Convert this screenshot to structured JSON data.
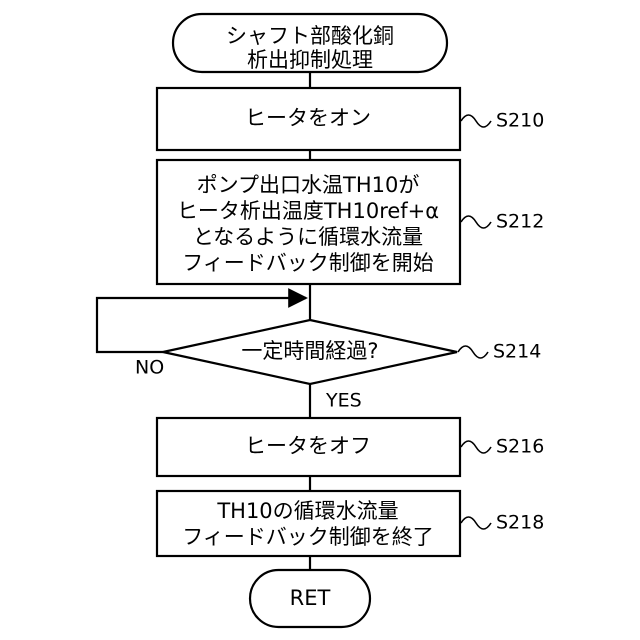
{
  "flowchart": {
    "start": {
      "lines": [
        "シャフト部酸化銅",
        "析出抑制処理"
      ]
    },
    "steps": [
      {
        "lines": [
          "ヒータをオン"
        ],
        "step_id": "S210"
      },
      {
        "lines": [
          "ポンプ出口水温TH10が",
          "ヒータ析出温度TH10ref+α",
          "となるように循環水流量",
          "フィードバック制御を開始"
        ],
        "step_id": "S212"
      },
      {
        "lines": [
          "ヒータをオフ"
        ],
        "step_id": "S216"
      },
      {
        "lines": [
          "TH10の循環水流量",
          "フィードバック制御を終了"
        ],
        "step_id": "S218"
      }
    ],
    "decision": {
      "lines": [
        "一定時間経過?"
      ],
      "step_id": "S214",
      "no_label": "NO",
      "yes_label": "YES"
    },
    "end": {
      "lines": [
        "RET"
      ]
    }
  }
}
